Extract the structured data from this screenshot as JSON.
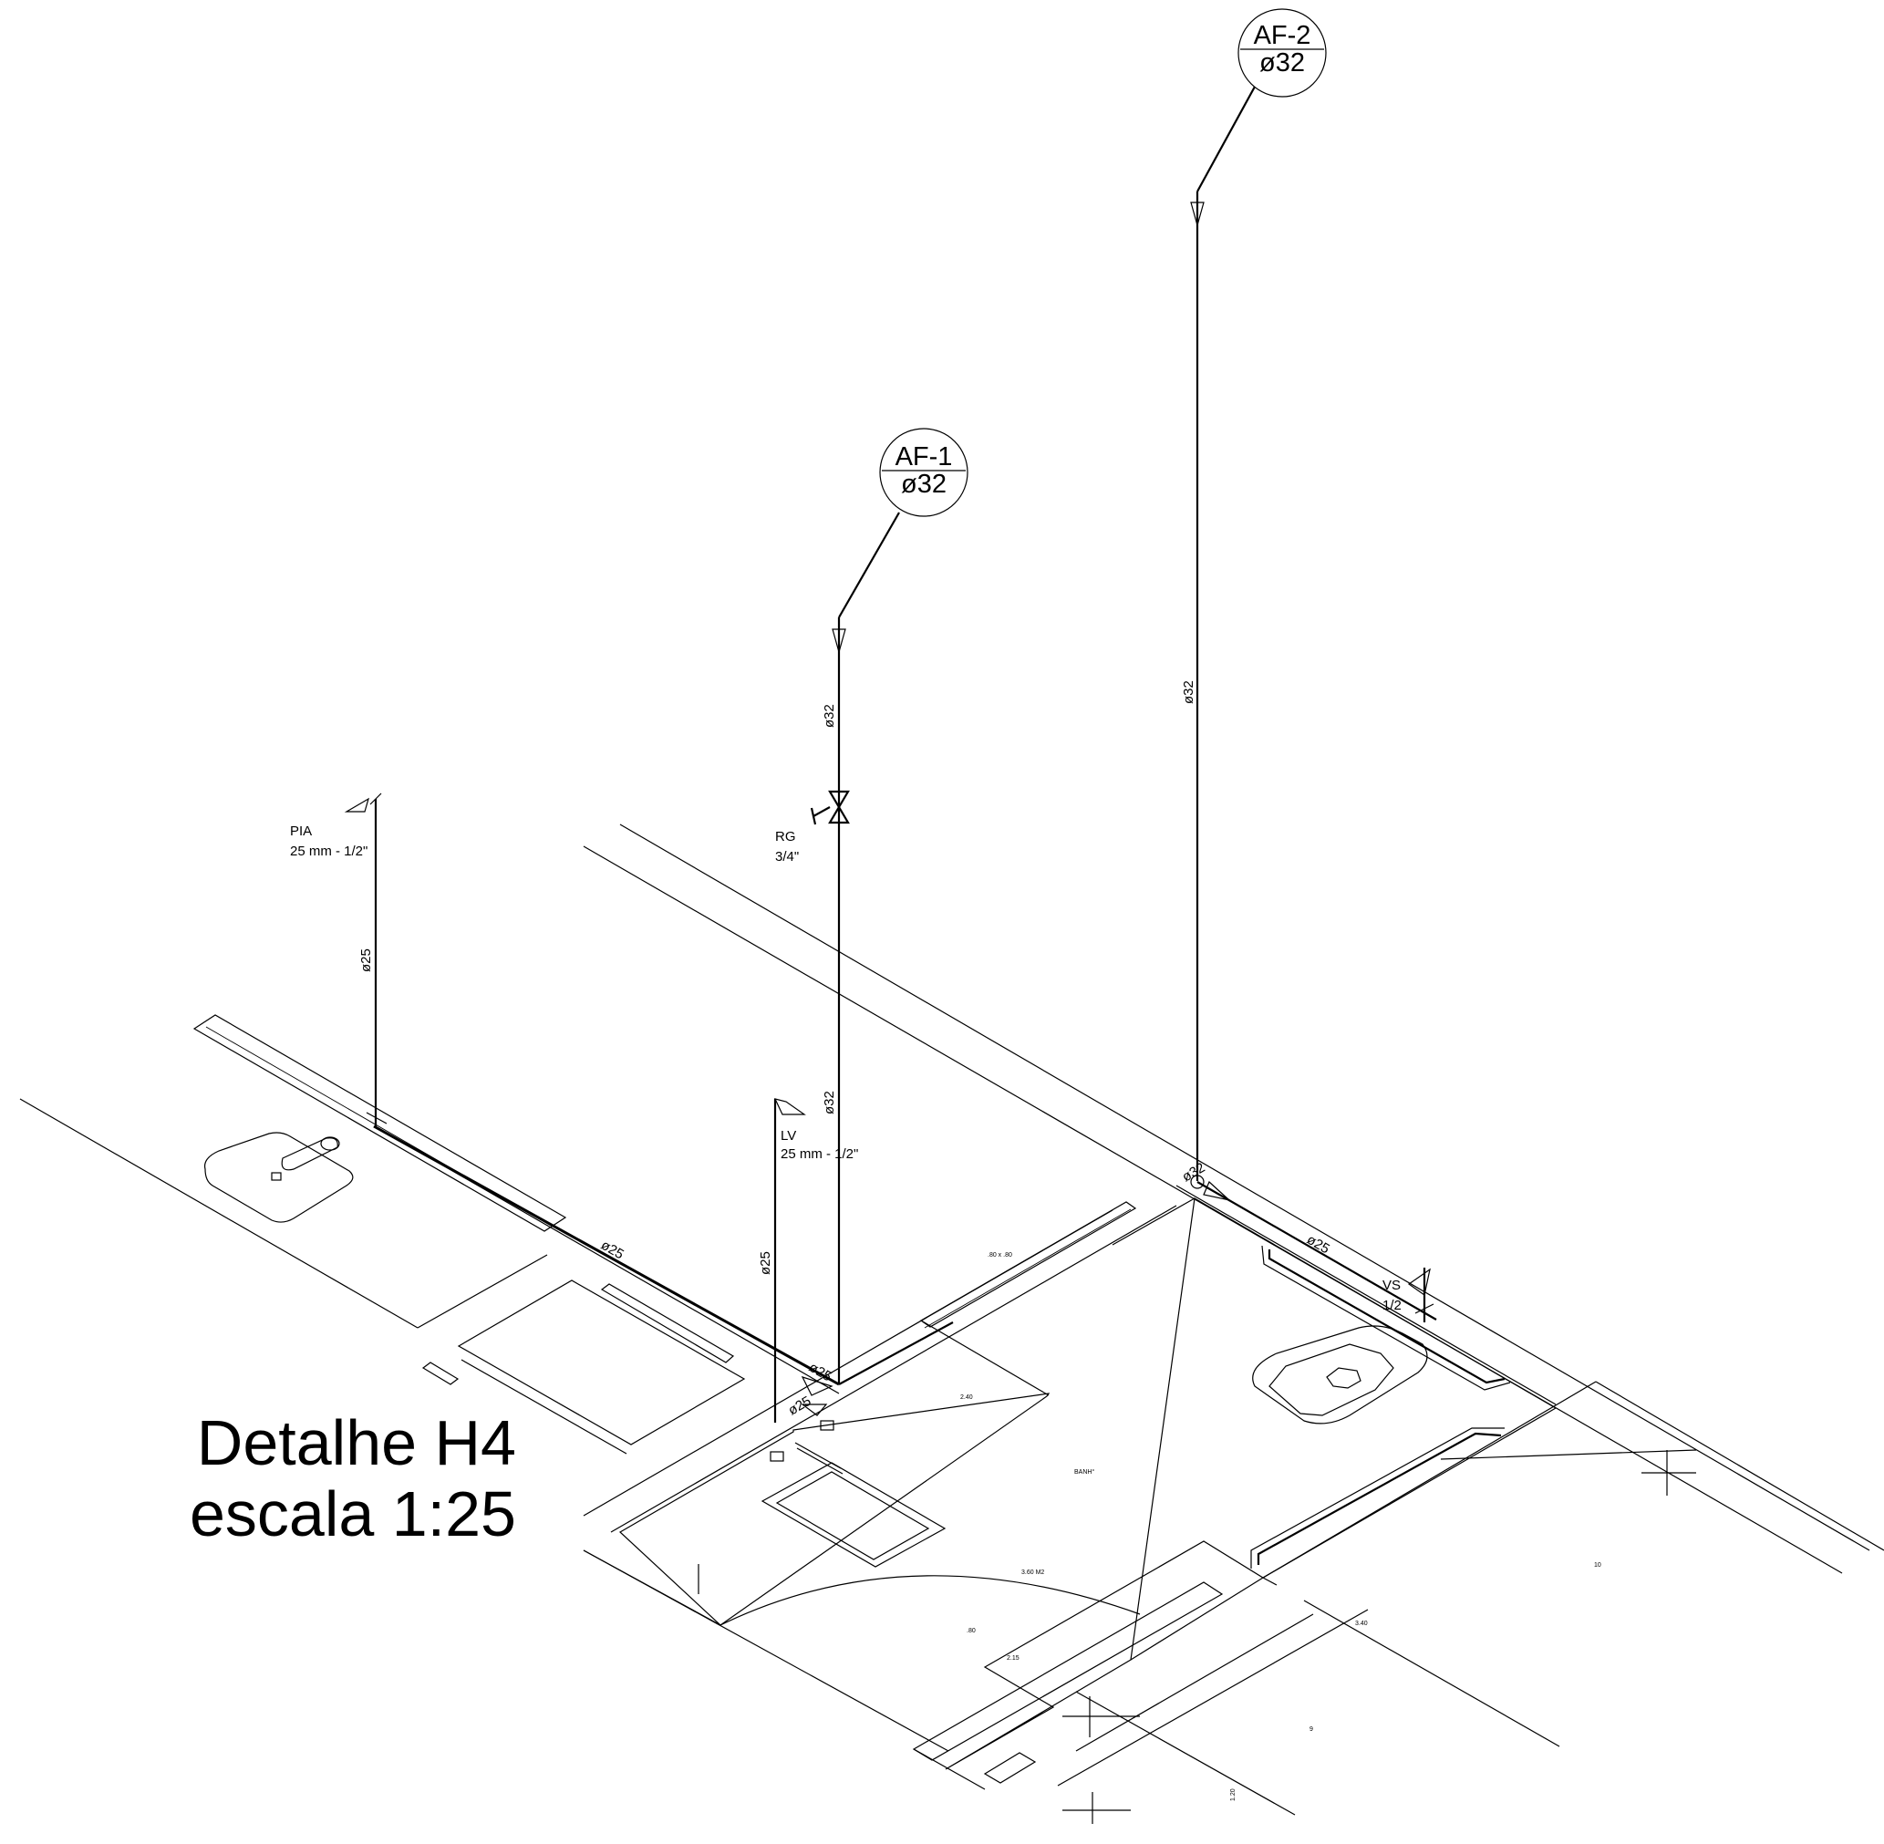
{
  "tags": {
    "af1": {
      "top": "AF-1",
      "bottom": "ø32"
    },
    "af2": {
      "top": "AF-2",
      "bottom": "ø32"
    }
  },
  "fixtures": {
    "pia": {
      "name": "PIA",
      "size": "25 mm - 1/2\""
    },
    "lv": {
      "name": "LV",
      "size": "25 mm - 1/2\""
    },
    "rg": {
      "name": "RG",
      "size": "3/4\""
    },
    "vs": {
      "name": "VS",
      "size": "1/2"
    }
  },
  "diameters": {
    "af1_upper": "ø32",
    "af1_lower": "ø32",
    "af2_riser": "ø32",
    "af2_base": "ø32",
    "pia_riser": "ø25",
    "lv_riser": "ø25",
    "main_run": "ø25",
    "junction_a": "ø25",
    "junction_b": "ø25",
    "vs_run": "ø25"
  },
  "plan_notes": {
    "n1": ".80 x .80",
    "n2": "2.40",
    "n3": "BANH°",
    "n4": "3.60 M2",
    "n5": ".80",
    "n6": "2.15",
    "n7": "10",
    "n8": "3.40",
    "n9": "9",
    "n10": "1.20"
  },
  "title": {
    "line1": "Detalhe H4",
    "line2": "escala 1:25"
  }
}
